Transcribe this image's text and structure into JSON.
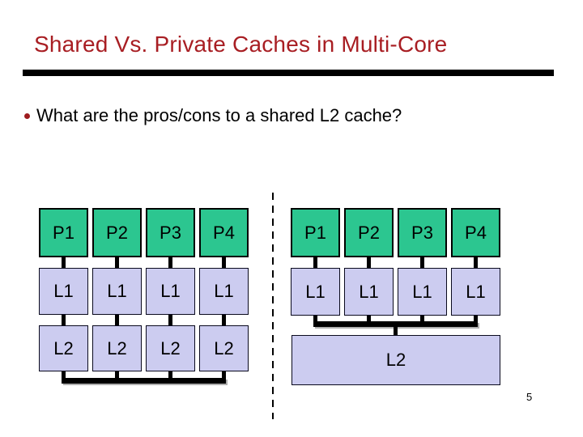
{
  "slide": {
    "title": "Shared Vs. Private Caches in Multi-Core",
    "bullet": "What are the pros/cons to a shared L2 cache?",
    "page_number": "5"
  },
  "colors": {
    "title_red": "#A81E23",
    "bullet_dot": "#9E1B1E",
    "processor_fill": "#2CC690",
    "cache_fill": "#CCCCF0",
    "box_border": "#0A0A1E",
    "line_black": "#000000",
    "page_bg": "#FFFFFF"
  },
  "diagram": {
    "private": {
      "processors": [
        "P1",
        "P2",
        "P3",
        "P4"
      ],
      "l1": [
        "L1",
        "L1",
        "L1",
        "L1"
      ],
      "l2": [
        "L2",
        "L2",
        "L2",
        "L2"
      ]
    },
    "shared": {
      "processors": [
        "P1",
        "P2",
        "P3",
        "P4"
      ],
      "l1": [
        "L1",
        "L1",
        "L1",
        "L1"
      ],
      "l2": "L2"
    }
  }
}
